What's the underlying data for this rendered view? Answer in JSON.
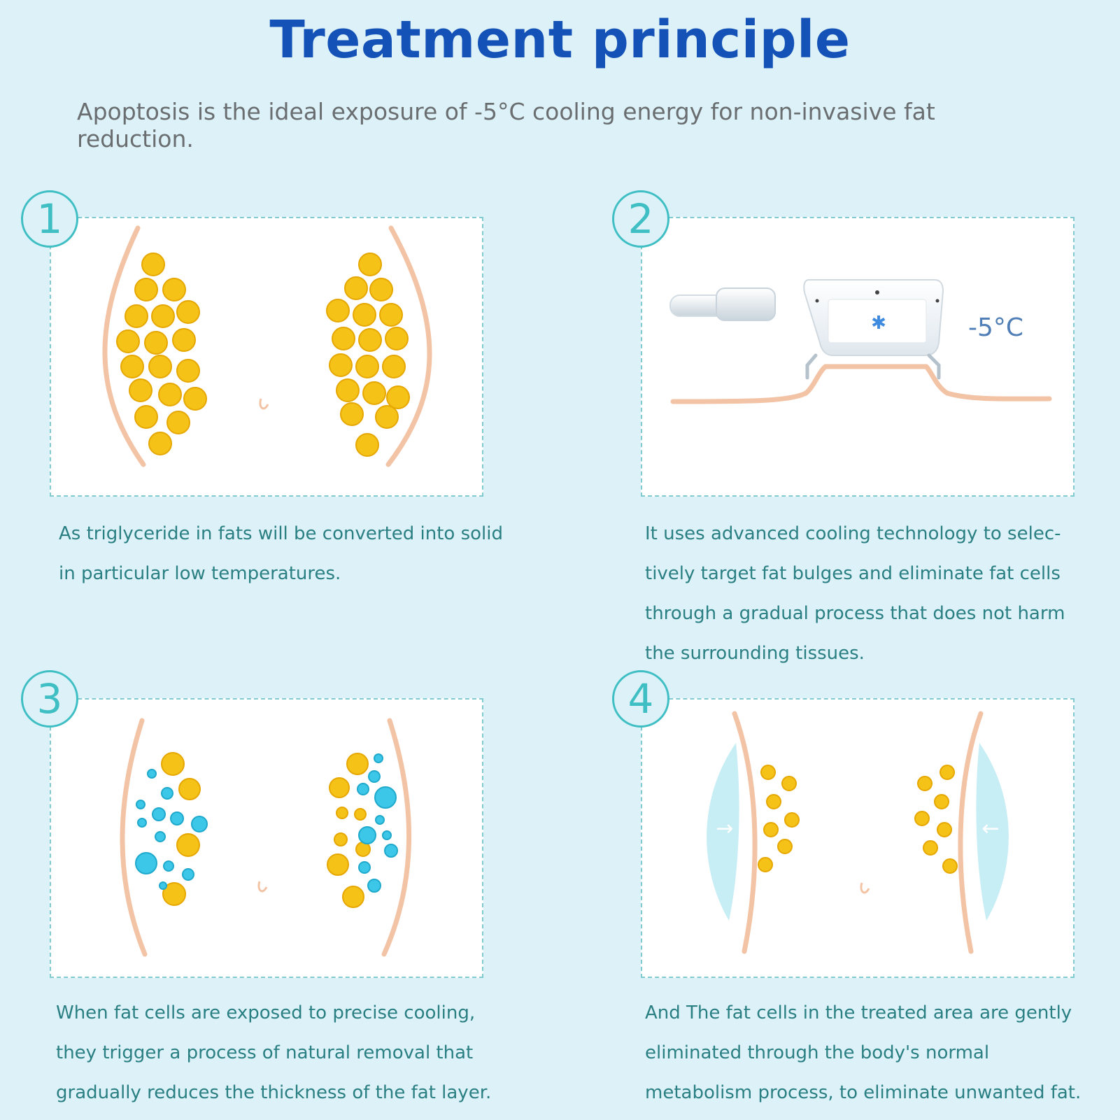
{
  "title": "Treatment principle",
  "subtitle": "Apoptosis is the ideal exposure of -5°C cooling energy for non-invasive fat reduction.",
  "colors": {
    "title": "#1552b7",
    "accent": "#3fbfc4",
    "fat": "#f5c218",
    "fat_dark": "#e6a700",
    "frozen": "#3cc6e8",
    "skin": "#f3c3a6",
    "description_text": "#2a7f83"
  },
  "steps": [
    {
      "number": "1",
      "description_lines": [
        "As triglyceride in fats will be converted into solid",
        "in particular low temperatures."
      ]
    },
    {
      "number": "2",
      "temperature_label": "-5°C",
      "description_lines": [
        "It uses advanced cooling technology to selec-",
        "tively target fat bulges and eliminate fat cells",
        "through a gradual process that does not harm",
        "the surrounding tissues."
      ]
    },
    {
      "number": "3",
      "description_lines": [
        "When fat cells are exposed to precise cooling,",
        "they trigger a process of natural removal that",
        "gradually reduces the thickness of the fat layer."
      ]
    },
    {
      "number": "4",
      "description_lines": [
        "And The fat cells in the treated area are gently",
        "eliminated through the body's normal",
        "metabolism process, to eliminate unwanted fat."
      ]
    }
  ]
}
